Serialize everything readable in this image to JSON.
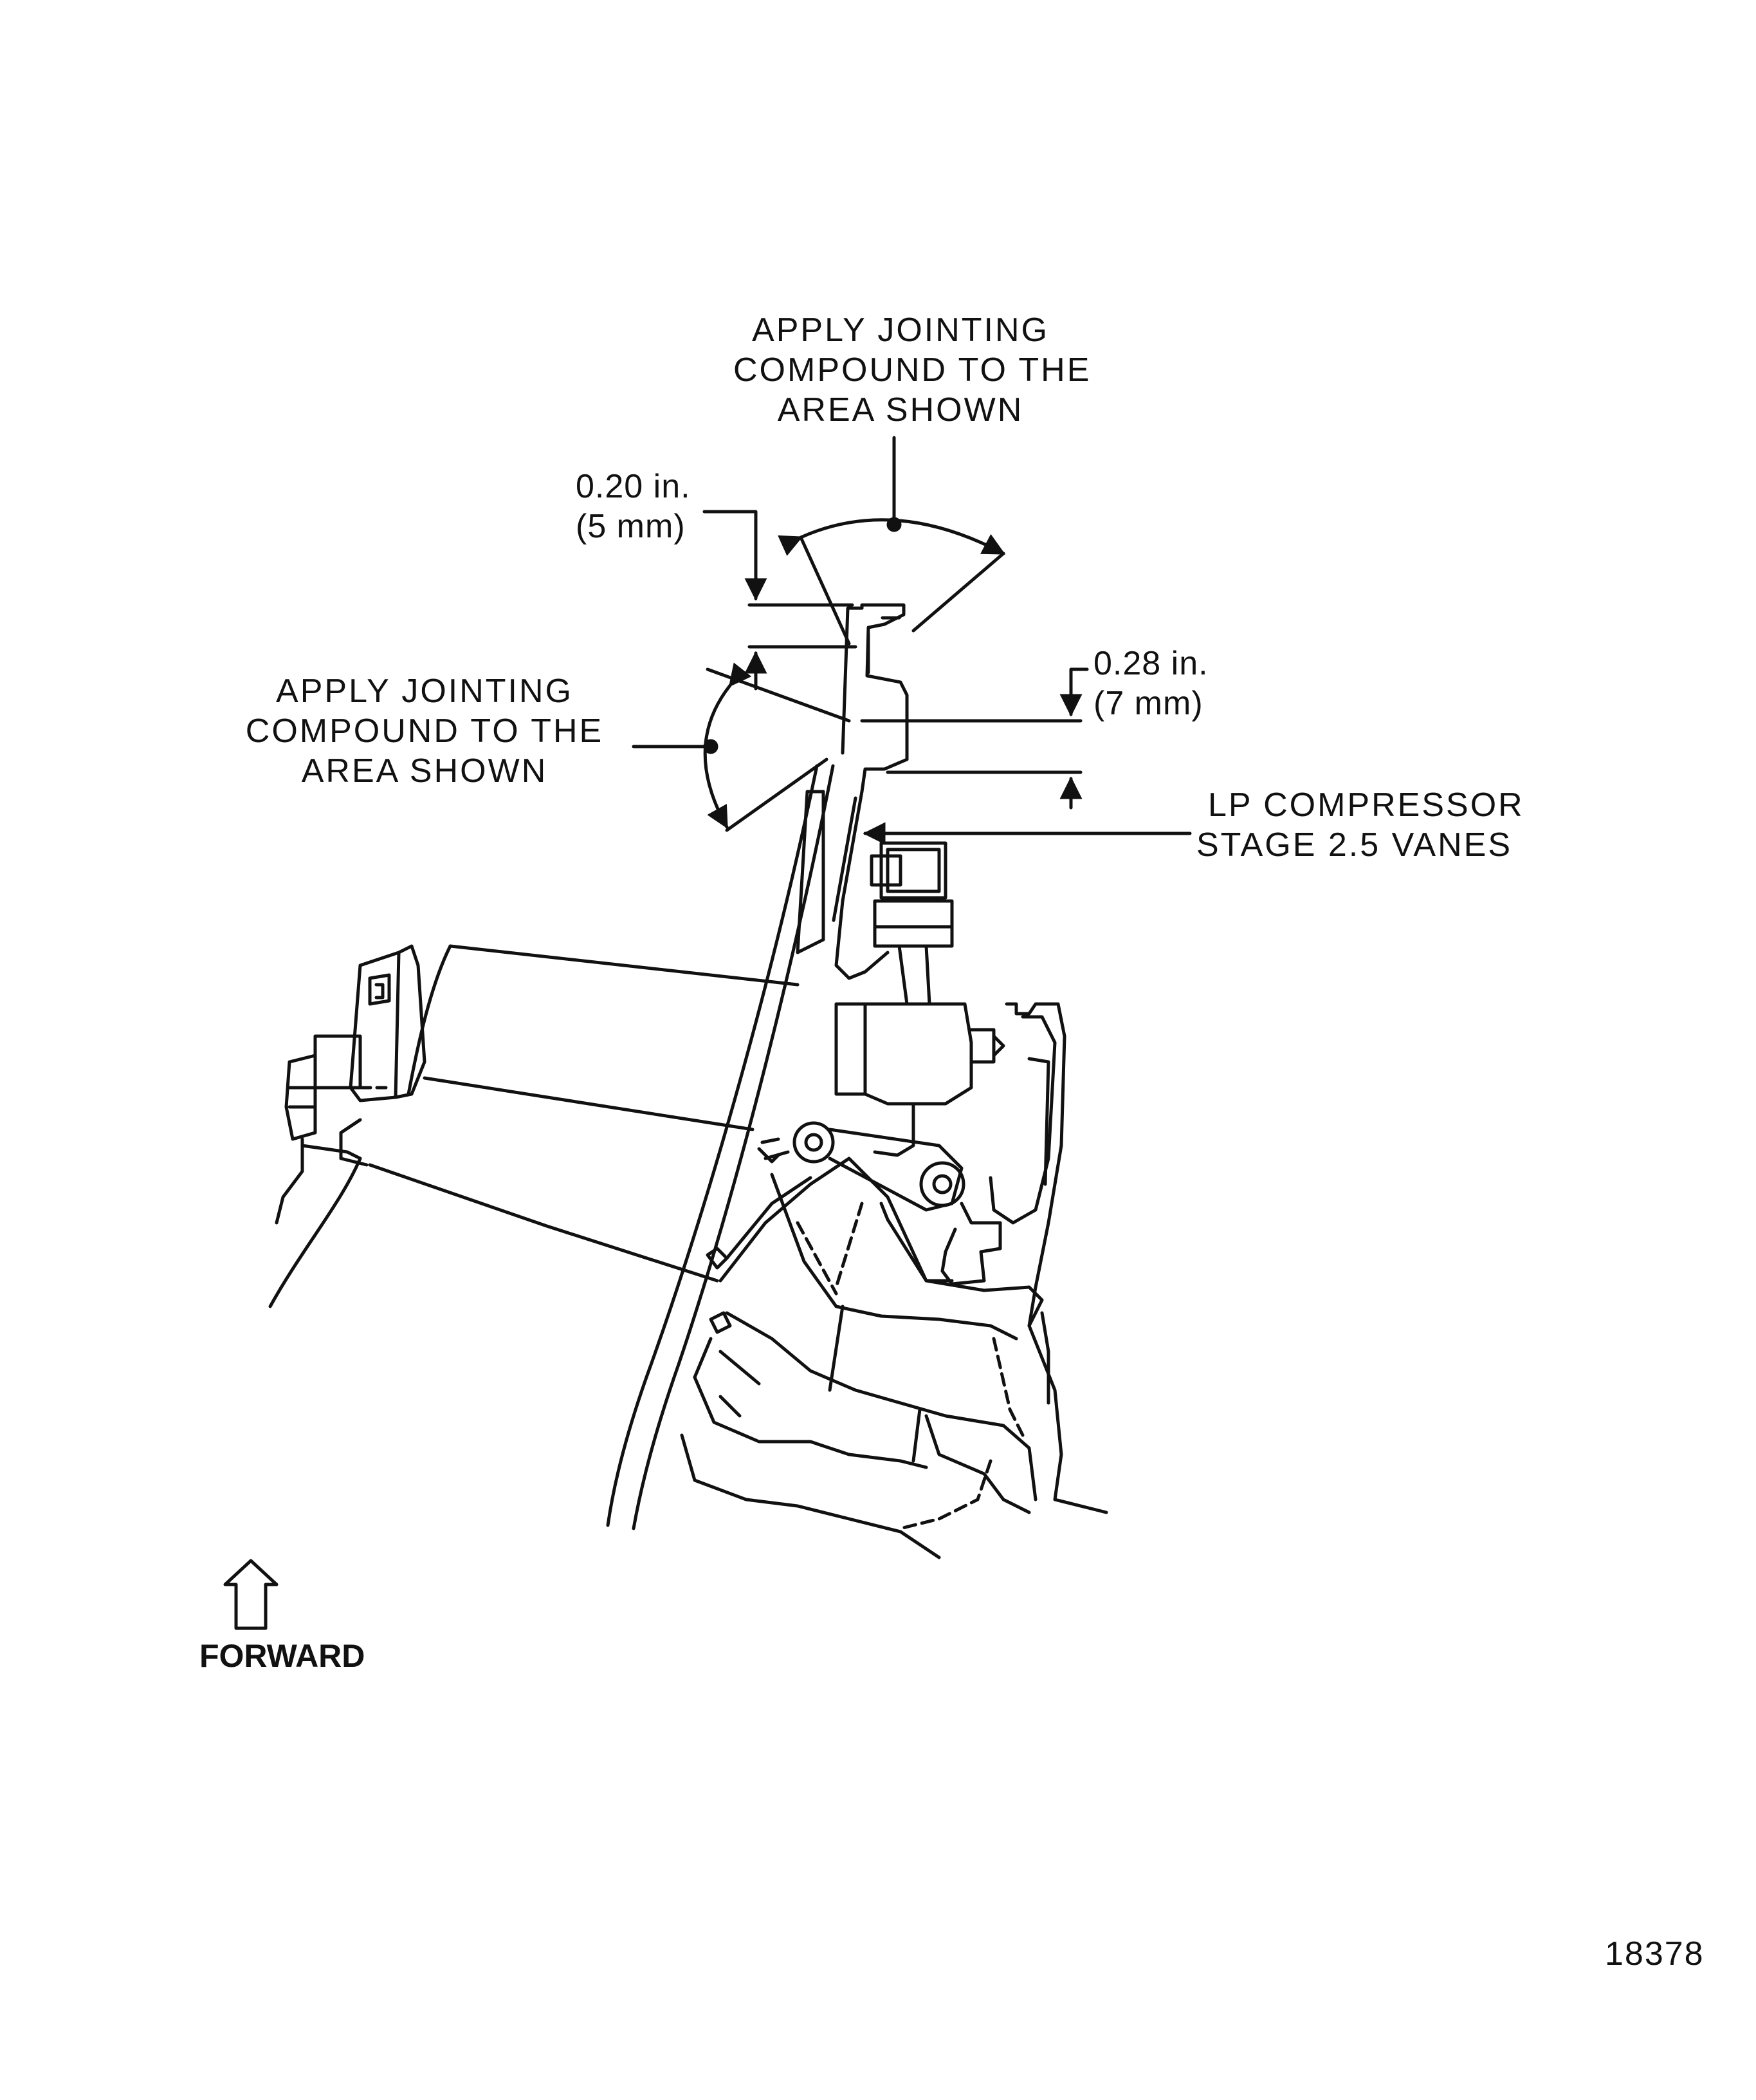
{
  "callouts": {
    "top_compound": {
      "line1": "APPLY JOINTING",
      "line2": "COMPOUND TO THE",
      "line3": "AREA SHOWN"
    },
    "left_compound": {
      "line1": "APPLY JOINTING",
      "line2": "COMPOUND TO THE",
      "line3": "AREA SHOWN"
    },
    "dim_small": {
      "line1": "0.20 in.",
      "line2": "(5 mm)"
    },
    "dim_large": {
      "line1": "0.28 in.",
      "line2": "(7 mm)"
    },
    "vanes": {
      "line1": "LP COMPRESSOR",
      "line2": "STAGE 2.5 VANES"
    }
  },
  "forward_label": "FORWARD",
  "figure_number": "18378",
  "colors": {
    "ink": "#111111",
    "background": "#ffffff"
  },
  "icons": {
    "direction": "forward-arrow-icon"
  }
}
